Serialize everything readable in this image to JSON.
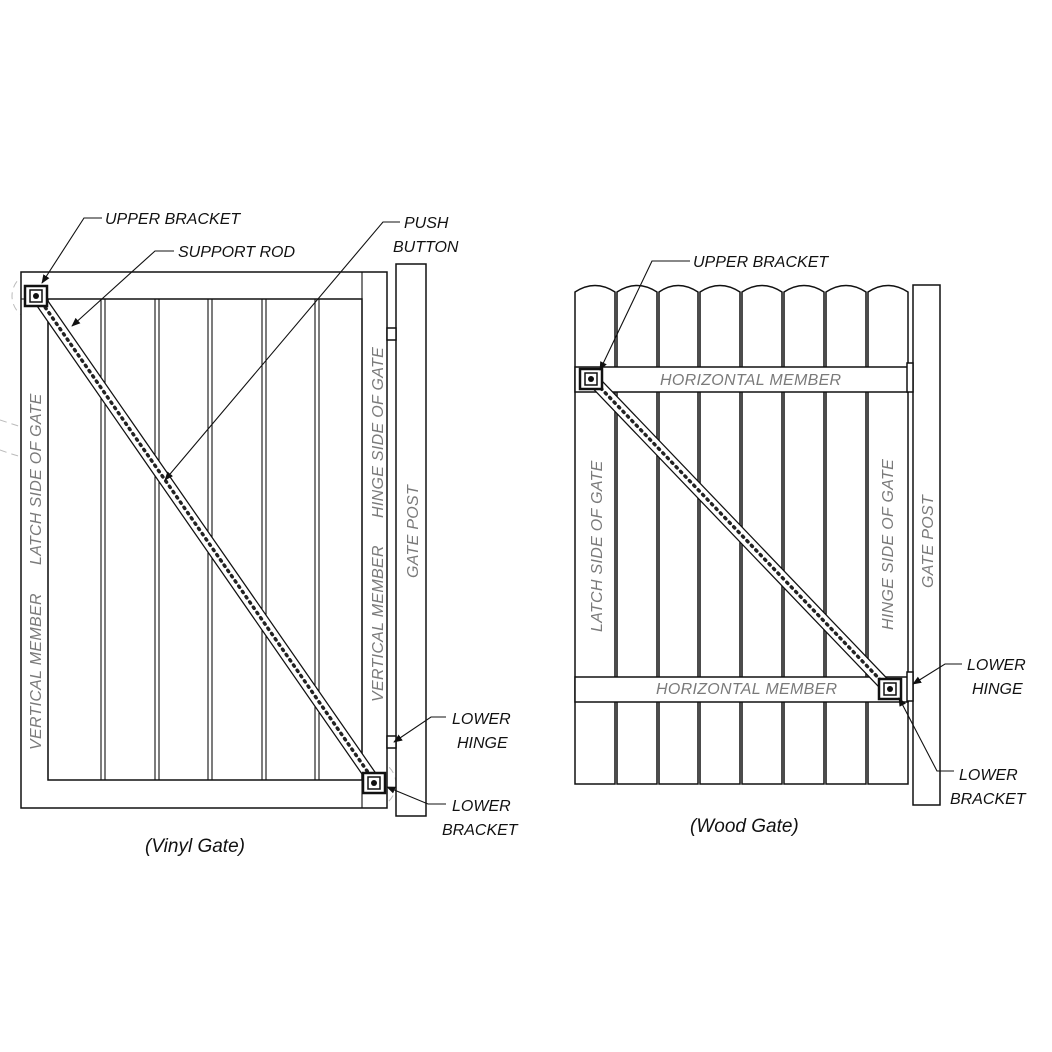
{
  "vinyl_gate": {
    "caption": "(Vinyl Gate)",
    "labels": {
      "upper_bracket": "UPPER BRACKET",
      "support_rod": "SUPPORT ROD",
      "push_button_1": "PUSH",
      "push_button_2": "BUTTON",
      "lower_hinge_1": "LOWER",
      "lower_hinge_2": "HINGE",
      "lower_bracket_1": "LOWER",
      "lower_bracket_2": "BRACKET"
    },
    "inner_text": {
      "latch_side": "LATCH SIDE OF GATE",
      "vertical_member_left": "VERTICAL MEMBER",
      "hinge_side": "HINGE SIDE OF GATE",
      "vertical_member_right": "VERTICAL MEMBER",
      "gate_post": "GATE POST"
    }
  },
  "wood_gate": {
    "caption": "(Wood Gate)",
    "labels": {
      "upper_bracket": "UPPER BRACKET",
      "lower_hinge_1": "LOWER",
      "lower_hinge_2": "HINGE",
      "lower_bracket_1": "LOWER",
      "lower_bracket_2": "BRACKET"
    },
    "inner_text": {
      "horizontal_member_top": "HORIZONTAL MEMBER",
      "horizontal_member_bottom": "HORIZONTAL MEMBER",
      "latch_side": "LATCH SIDE OF GATE",
      "hinge_side": "HINGE SIDE OF GATE",
      "gate_post": "GATE POST"
    }
  },
  "colors": {
    "line": "#111111",
    "inner_text": "#7a7a7a",
    "background": "#ffffff"
  }
}
